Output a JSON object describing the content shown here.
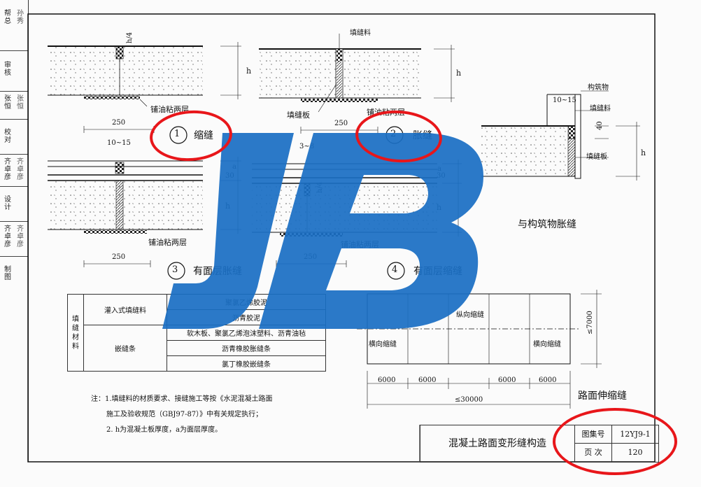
{
  "sidebar": {
    "cells": [
      {
        "role": "帮总",
        "sig": "孙秀"
      },
      {
        "role": "审核",
        "sig": ""
      },
      {
        "role": "张恒",
        "sig": "张恒"
      },
      {
        "role": "校对",
        "sig": ""
      },
      {
        "role": "齐卓彦",
        "sig": "齐卓彦"
      },
      {
        "role": "设计",
        "sig": ""
      },
      {
        "role": "齐卓彦",
        "sig": "齐卓彦"
      },
      {
        "role": "制图",
        "sig": ""
      }
    ]
  },
  "detail1": {
    "number": "1",
    "title": "缩缝",
    "dim_h": "h",
    "dim_h4": "h/4",
    "dim_width": "250",
    "note": "铺油粘两层"
  },
  "detail2": {
    "number": "2",
    "title": "胀缝",
    "top_label": "填缝料",
    "board_label": "填缝板",
    "dim_h": "h",
    "dim_width": "250",
    "note": "铺油粘两层"
  },
  "detail_structure": {
    "title": "与构筑物胀缝",
    "structure_label": "构筑物",
    "fill_label": "填缝料",
    "board_label": "填缝板",
    "dim_gap": "10~15",
    "dim_40": "40",
    "dim_h": "h"
  },
  "detail3": {
    "number": "3",
    "title": "有面层胀缝",
    "dim_gap": "10~15",
    "dim_30": "30",
    "dim_a": "a",
    "dim_h": "h",
    "dim_width": "250",
    "note": "铺油粘两层"
  },
  "detail4": {
    "number": "4",
    "title": "有面层缩缝",
    "dim_gap": "3~8",
    "dim_30": "30",
    "dim_a": "a",
    "dim_h": "h",
    "dim_h4": "h/4",
    "dim_width": "250",
    "note": "铺油粘两层"
  },
  "materials": {
    "group_label": "填缝材料",
    "row_pour_label": "灌入式填缝料",
    "row_strip_label": "嵌缝条",
    "items": [
      "聚氯乙烯胶泥",
      "沥青胶泥",
      "软木板、聚氯乙烯泡沫塑料、沥青油毡",
      "沥青橡胶胀缝条",
      "氯丁橡胶嵌缝条"
    ]
  },
  "plan": {
    "title": "路面伸缩缝",
    "longitudinal": "纵向缩缝",
    "transverse_left": "横向缩缝",
    "transverse_right": "横向缩缝",
    "dims": [
      "6000",
      "6000",
      "6000",
      "6000"
    ],
    "total": "≤30000",
    "height": "≤7000"
  },
  "notes": {
    "line1": "注：1.填缝料的材质要求、接缝施工等按《水泥混凝土路面",
    "line2": "施工及验收规范（GBJ97-87）》中有关规定执行；",
    "line3": "2. h为混凝土板厚度，a为面层厚度。"
  },
  "title_block": {
    "drawing_title": "混凝土路面变形缝构造",
    "atlas_label": "图集号",
    "atlas_value": "12YJ9-1",
    "page_label": "页 次",
    "page_value": "120"
  },
  "colors": {
    "watermark": "#1a6fc4",
    "highlight": "#e8161a",
    "line": "#111111"
  }
}
